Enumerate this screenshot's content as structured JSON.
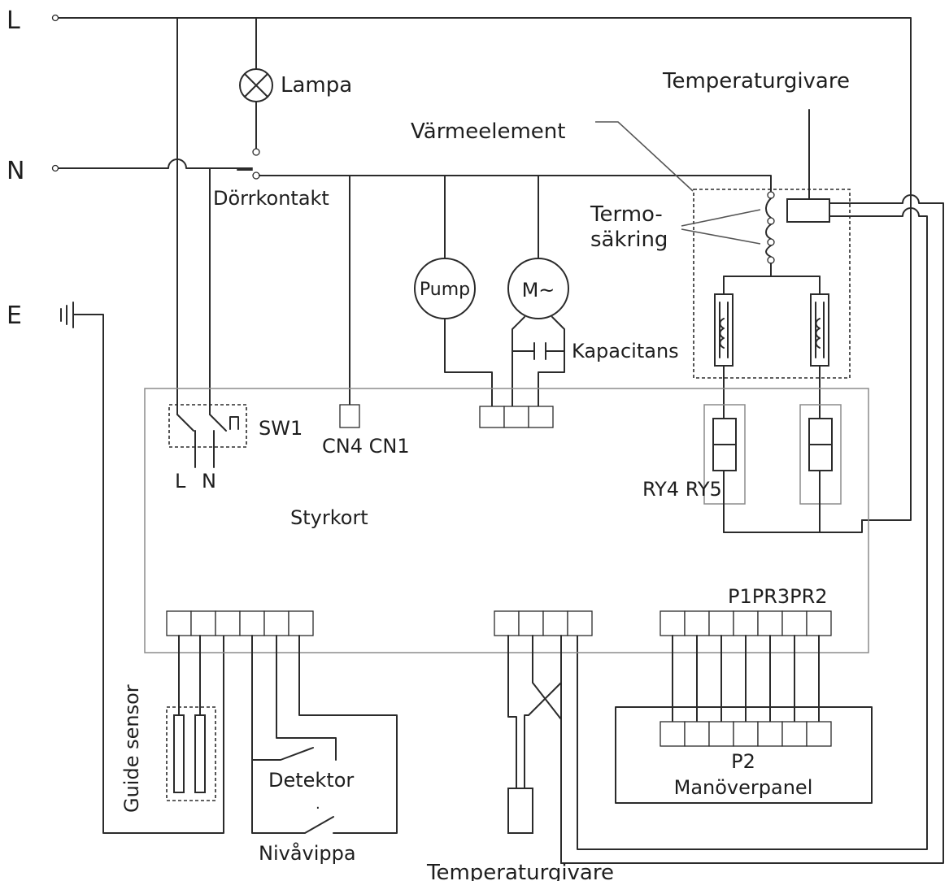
{
  "rails": {
    "L": "L",
    "N": "N",
    "E": "E"
  },
  "labels": {
    "lampa": "Lampa",
    "temperaturgivare_top": "Temperaturgivare",
    "varmeelement": "Värmeelement",
    "dorrkontakt": "Dörrkontakt",
    "termo_line1": "Termo-",
    "termo_line2": "säkring",
    "pump": "Pump",
    "motor": "M~",
    "kapacitans": "Kapacitans",
    "sw1": "SW1",
    "sw1_L": "L",
    "sw1_N": "N",
    "cn4_cn1": "CN4 CN1",
    "ry4_ry5": "RY4 RY5",
    "styrkort": "Styrkort",
    "p1pr3pr2": "P1PR3PR2",
    "guide_sensor": "Guide sensor",
    "detektor": "Detektor",
    "dot": "·",
    "nivavippa": "Nivåvippa",
    "temperaturgivare_bottom": "Temperaturgivare",
    "p2": "P2",
    "manoverpanel": "Manöverpanel"
  }
}
